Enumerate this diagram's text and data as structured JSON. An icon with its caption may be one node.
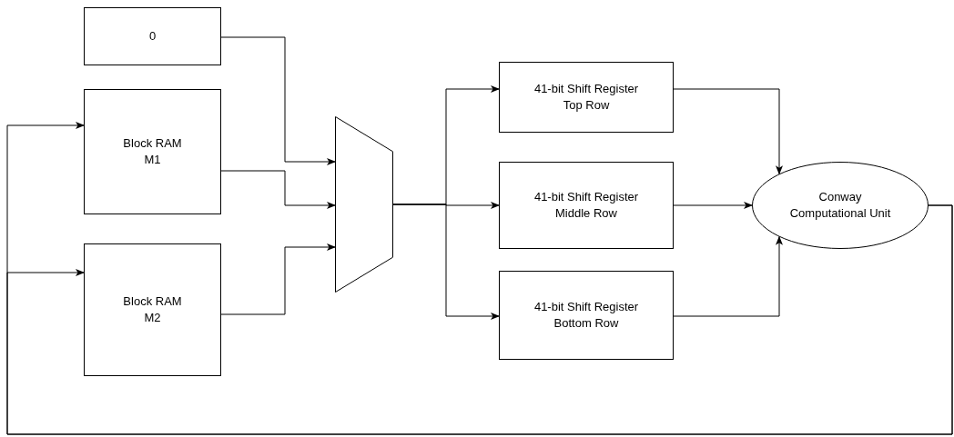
{
  "diagram": {
    "nodes": [
      {
        "text": [
          "0"
        ]
      },
      {
        "text": [
          "Block RAM M1"
        ]
      },
      {
        "text": [
          "Block RAM M2"
        ]
      },
      {
        "text": [],
        "shape": "trapezoid"
      },
      {
        "text": [
          "41-bit Shift Register Top Row"
        ]
      },
      {
        "text": [
          "41-bit Shift Register Middle Row"
        ]
      },
      {
        "text": [
          "41-bit Shift Register Bottom Row"
        ]
      },
      {
        "text": [
          "Conway Computational Unit"
        ]
      }
    ],
    "edges": [
      {
        "from": 0,
        "to": 3,
        "arrow": "to"
      },
      {
        "from": 1,
        "to": 3,
        "arrow": "to"
      },
      {
        "from": 2,
        "to": 3,
        "arrow": "to"
      },
      {
        "from": 3,
        "to": 4,
        "arrow": "to"
      },
      {
        "from": 3,
        "to": 5,
        "arrow": "to"
      },
      {
        "from": 3,
        "to": 6,
        "arrow": "to"
      },
      {
        "from": 4,
        "to": 7,
        "arrow": "to"
      },
      {
        "from": 5,
        "to": 7,
        "arrow": "to"
      },
      {
        "from": 6,
        "to": 7,
        "arrow": "to"
      },
      {
        "from": 7,
        "to": 1,
        "arrow": "to"
      },
      {
        "from": 7,
        "to": 2,
        "arrow": "to"
      }
    ]
  }
}
